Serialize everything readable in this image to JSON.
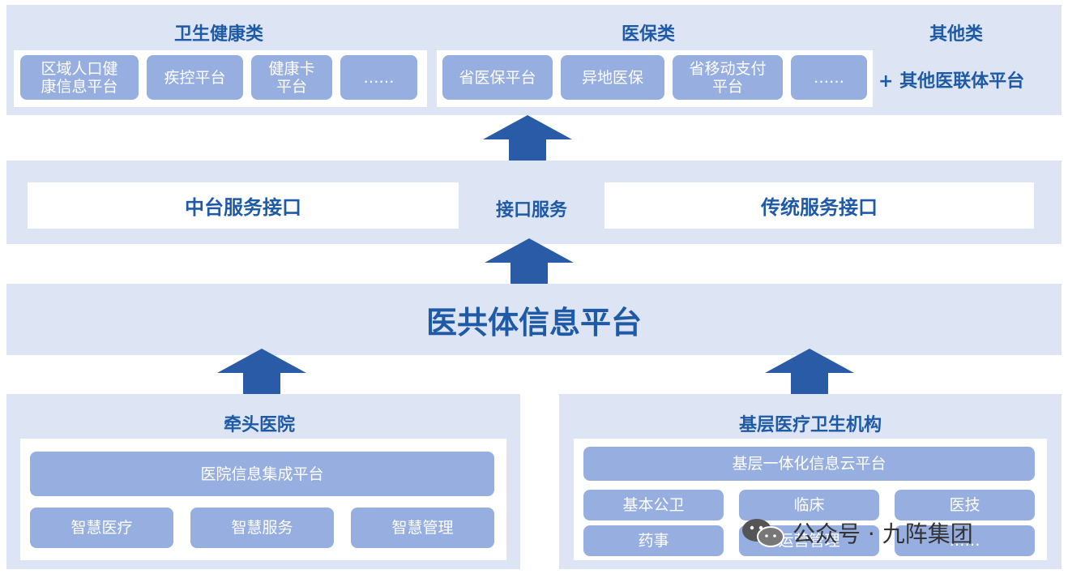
{
  "top": {
    "category_health": "卫生健康类",
    "category_insurance": "医保类",
    "category_other": "其他类",
    "health_items": [
      "区域人口健\n康信息平台",
      "疾控平台",
      "健康卡\n平台",
      "……"
    ],
    "insurance_items": [
      "省医保平台",
      "异地医保",
      "省移动支付\n平台",
      "……"
    ],
    "other_item": "+ 其他医联体平台"
  },
  "interface": {
    "left": "中台服务接口",
    "center": "接口服务",
    "right": "传统服务接口"
  },
  "platform": {
    "title": "医共体信息平台"
  },
  "lead_hospital": {
    "title": "牵头医院",
    "integration": "医院信息集成平台",
    "items": [
      "智慧医疗",
      "智慧服务",
      "智慧管理"
    ]
  },
  "primary_care": {
    "title": "基层医疗卫生机构",
    "cloud": "基层一体化信息云平台",
    "items": [
      "基本公卫",
      "临床",
      "医技",
      "药事",
      "运营管理",
      "……"
    ]
  },
  "watermark": {
    "text": "公众号 · 九阵集团",
    "icon": "wechat-icon"
  },
  "colors": {
    "band": "#dde4f3",
    "chip": "#96aee0",
    "arrow": "#2a5ba6",
    "heading": "#1f5aa6"
  }
}
